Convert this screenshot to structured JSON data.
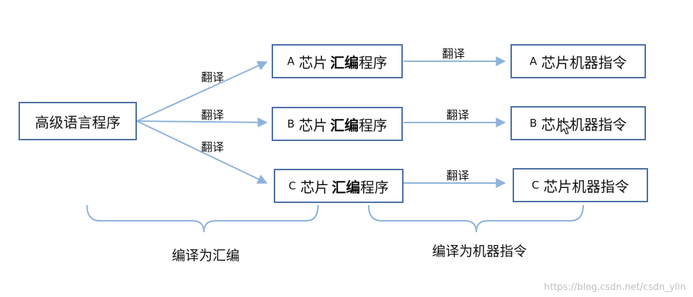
{
  "source_node": {
    "text": "高级语言程序"
  },
  "asm_nodes": [
    {
      "letter": "A",
      "chip": "芯片",
      "strong": "汇编",
      "rest": "程序"
    },
    {
      "letter": "B",
      "chip": "芯片",
      "strong": "汇编",
      "rest": "程序"
    },
    {
      "letter": "C",
      "chip": "芯片",
      "strong": "汇编",
      "rest": "程序"
    }
  ],
  "machine_nodes": [
    {
      "letter": "A",
      "text": "芯片机器指令"
    },
    {
      "letter": "B",
      "text": "芯片机器指令"
    },
    {
      "letter": "C",
      "text": "芯片机器指令"
    }
  ],
  "edge_labels": {
    "to_a_asm": "翻译",
    "to_b_asm": "翻译",
    "to_c_asm": "翻译",
    "to_a_machine": "翻译",
    "to_b_machine": "翻译",
    "to_c_machine": "翻译"
  },
  "braces": {
    "left": "编译为汇编",
    "right": "编译为机器指令"
  },
  "watermark": "https://blog.csdn.net/csdn_ylin",
  "colors": {
    "arrow": "#8db3dc",
    "box_border": "#4a6fa5",
    "brace": "#8db3dc"
  }
}
